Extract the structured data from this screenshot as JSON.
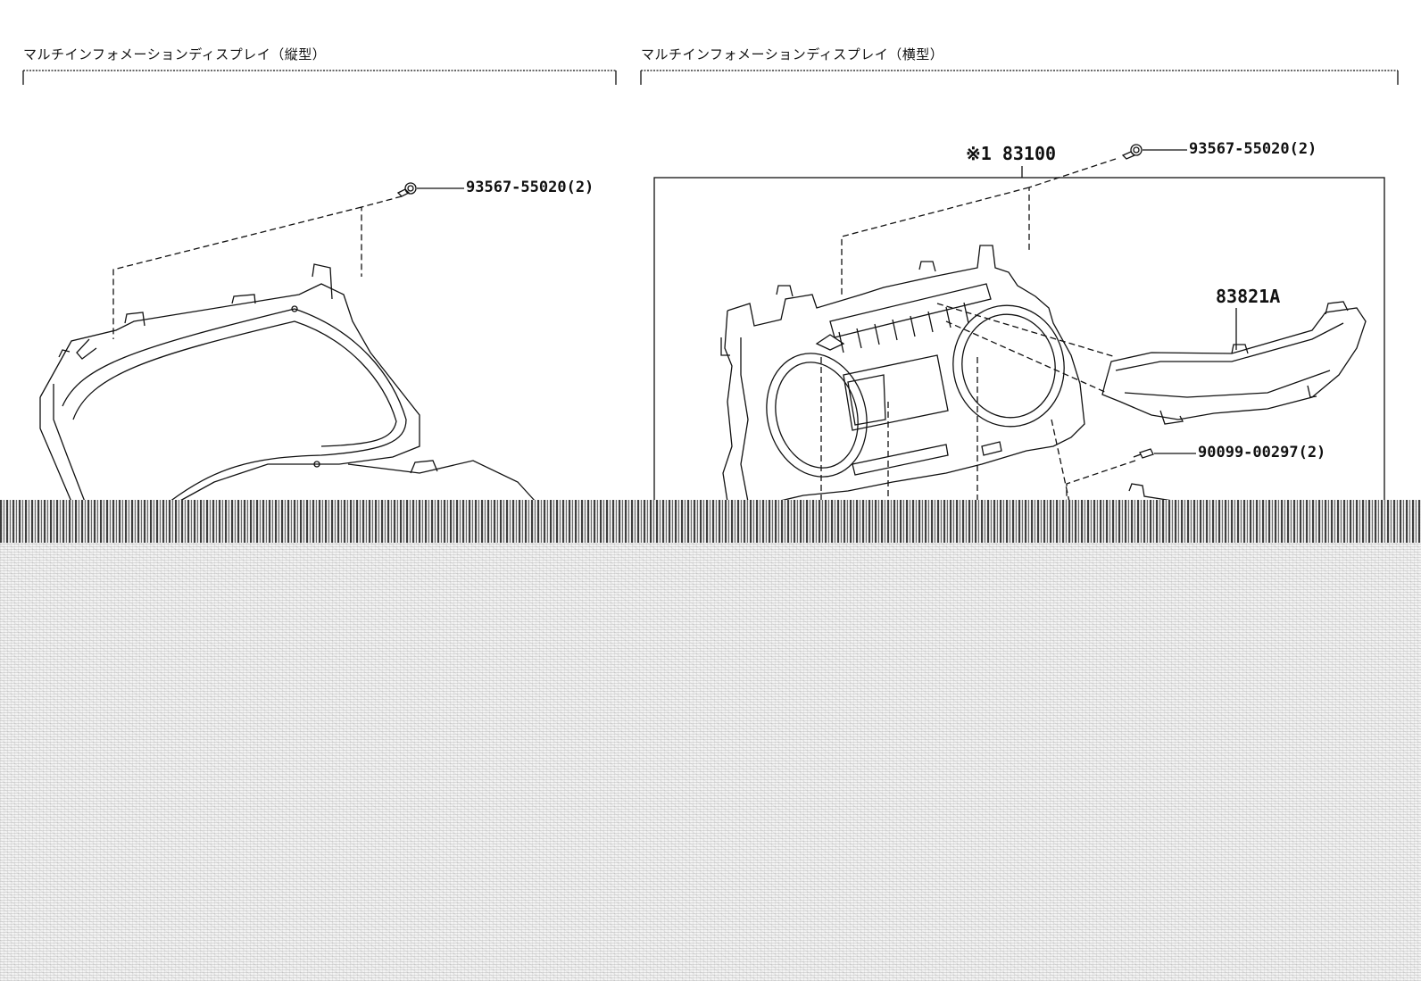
{
  "captions": {
    "left": "マルチインフォメーションディスプレイ（縦型）",
    "right": "マルチインフォメーションディスプレイ（横型）"
  },
  "parts": {
    "left_screw": "93567-55020(2)",
    "assembly": "※1 83100",
    "right_screw_top": "93567-55020(2)",
    "lens": "83821A",
    "screw_bottom": "90099-00297(2)"
  }
}
